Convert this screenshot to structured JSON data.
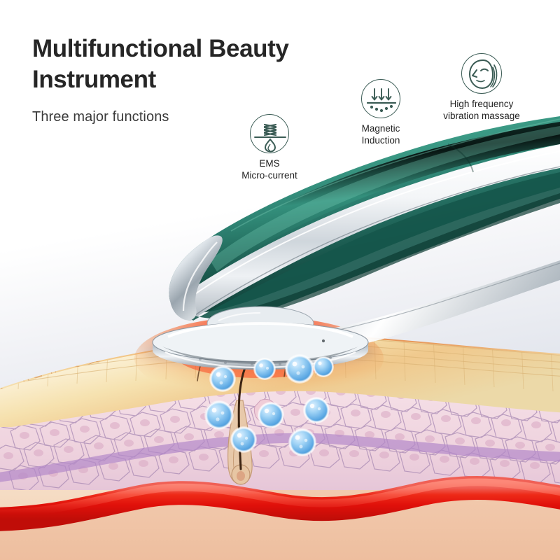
{
  "page": {
    "title": "Multifunctional Beauty\nInstrument",
    "subtitle": "Three major functions",
    "background_top": "#ffffff",
    "background_mid": "#e4e7ee"
  },
  "features": [
    {
      "id": "ems",
      "icon_name": "ems-coil-droplet-icon",
      "label": "EMS\nMicro-current",
      "color": "#3b5c55"
    },
    {
      "id": "magnetic",
      "icon_name": "magnetic-induction-arrows-icon",
      "label": "Magnetic\nInduction",
      "color": "#3b5c55"
    },
    {
      "id": "vibration",
      "icon_name": "face-vibration-icon",
      "label": "High frequency\nvibration massage",
      "color": "#3b5c55"
    }
  ],
  "device": {
    "name": "handheld beauty instrument",
    "body_color": "#1d5d52",
    "body_highlight": "#3f9a86",
    "body_shadow": "#0d332d",
    "chrome_color": "#f2f4f6",
    "head_color": "#dfe4e8",
    "neck_color": "#1a1a1a"
  },
  "skin": {
    "stratum_corneum_color": "#f3dfae",
    "epidermis_cell_color": "#f0d4dd",
    "epidermis_outline": "#a98ab4",
    "heat_zone_color": "#e8431f",
    "dermis_color": "#f7e2cc",
    "hypodermis_color": "#f0c5ac",
    "blood_vessel_color": "#e01b10",
    "hair_color": "#4a2d18",
    "molecule_color": "#6fb8ee",
    "molecule_rim": "#ffffff",
    "molecule_count": 9
  }
}
